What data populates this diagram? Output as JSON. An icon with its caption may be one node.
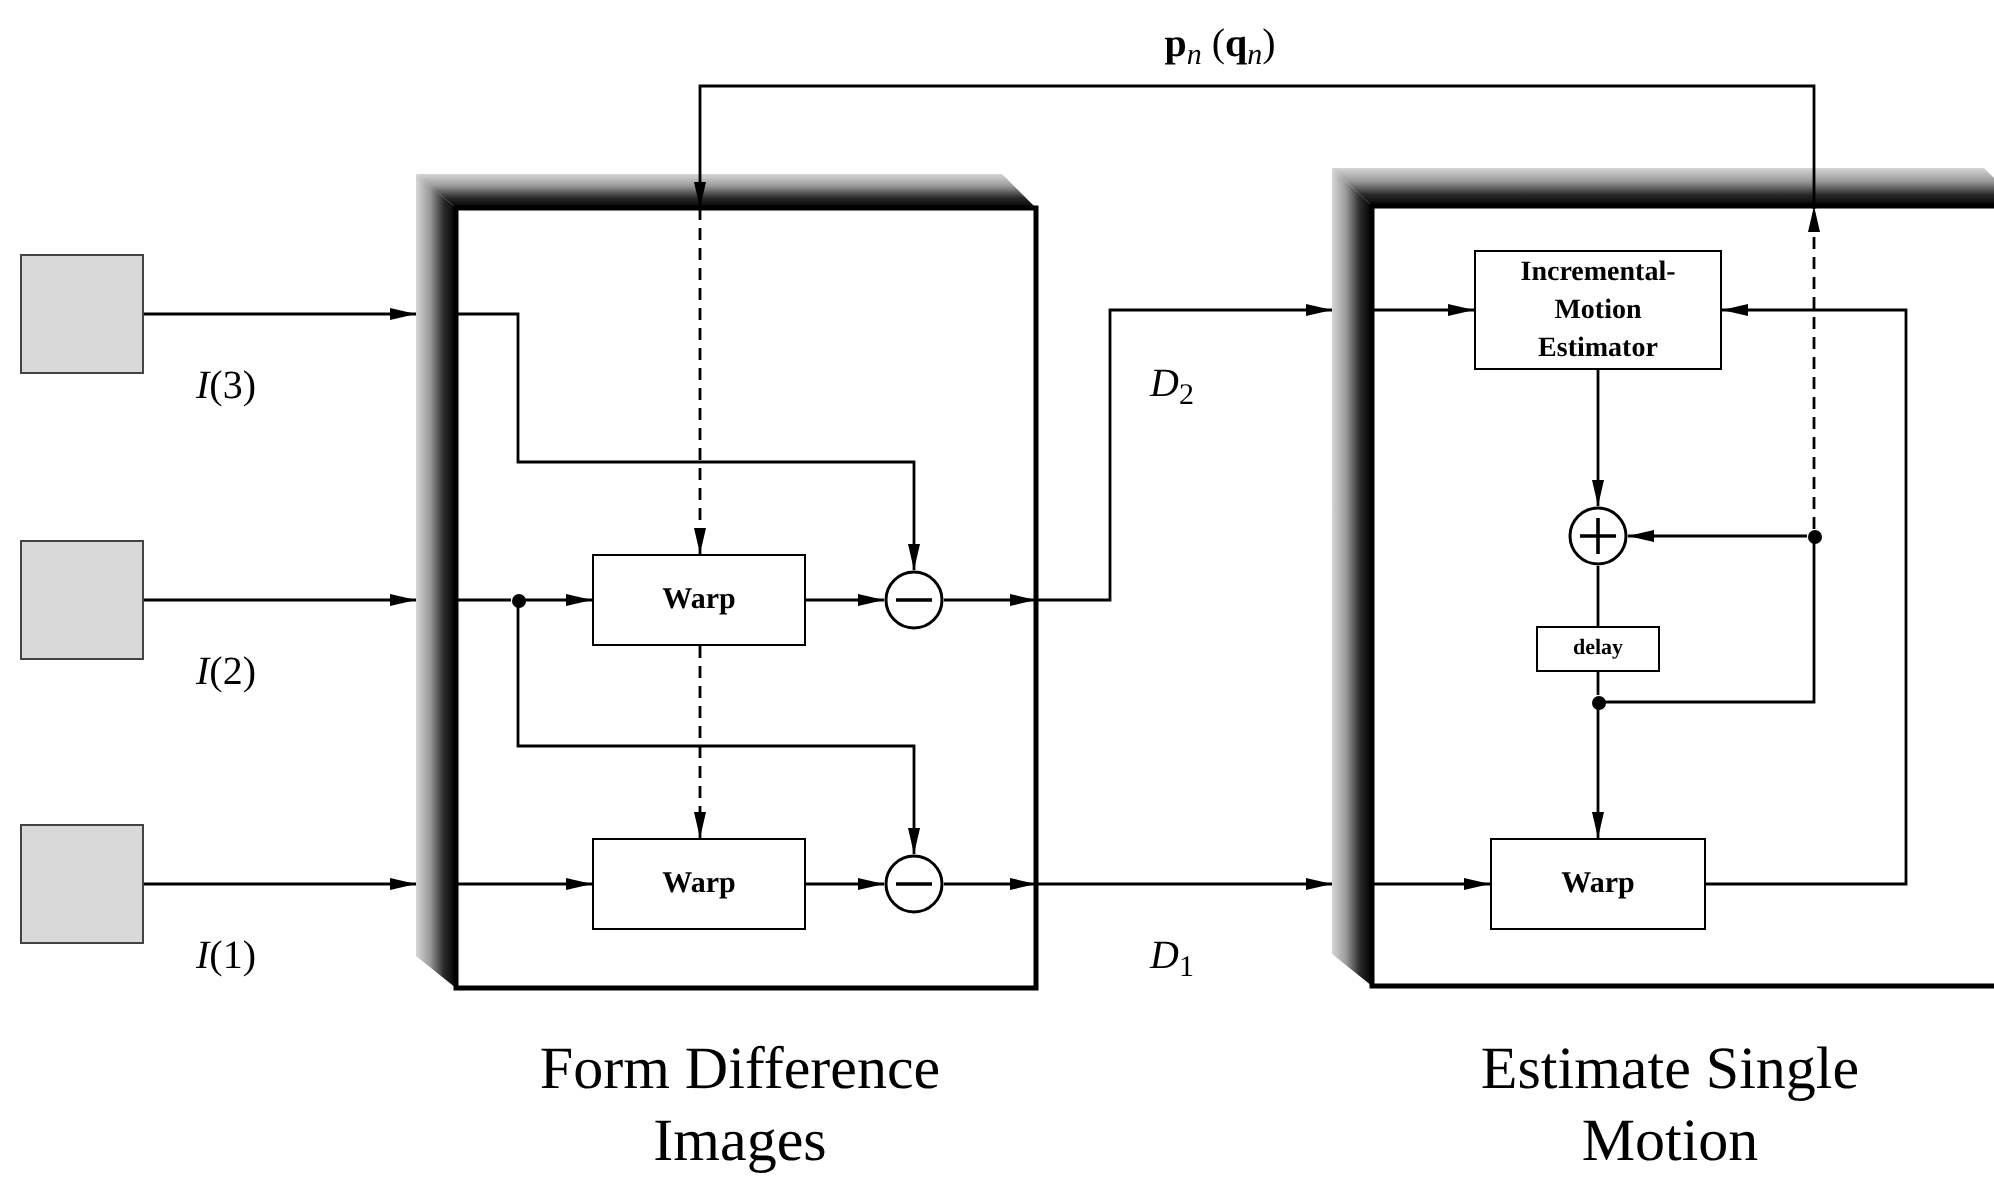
{
  "diagram": {
    "nodes": [
      {
        "text": [],
        "shape": "box"
      },
      {
        "text": [],
        "shape": "box"
      },
      {
        "text": [],
        "shape": "box"
      },
      {
        "text": [
          "Form Difference Images"
        ]
      },
      {
        "text": [],
        "shape": "dot",
        "in": 3
      },
      {
        "text": [
          "Warp"
        ],
        "in": 3
      },
      {
        "text": [],
        "shape": "circle",
        "in": 3
      },
      {
        "text": [
          "Warp"
        ],
        "in": 3
      },
      {
        "text": [],
        "shape": "circle",
        "in": 3
      },
      {
        "text": [
          "Estimate Single Motion"
        ]
      },
      {
        "text": [
          "Incremental-Motion Estimator"
        ],
        "in": 9
      },
      {
        "text": [],
        "shape": "circle",
        "in": 9
      },
      {
        "text": [],
        "shape": "dot",
        "in": 9
      },
      {
        "text": [
          "delay"
        ],
        "in": 9
      },
      {
        "text": [],
        "shape": "dot",
        "in": 9
      },
      {
        "text": [
          "Warp"
        ],
        "in": 9
      }
    ],
    "edges": [
      {
        "from": 0,
        "to": 3,
        "arrow": "to",
        "label": "*I*(3)"
      },
      {
        "from": 1,
        "to": 3,
        "arrow": "to",
        "label": "*I*(2)"
      },
      {
        "from": 2,
        "to": 3,
        "arrow": "to",
        "label": "*I*(1)"
      },
      {
        "from": 3,
        "to": 6,
        "arrow": "to"
      },
      {
        "from": 3,
        "to": 4,
        "arrow": "none"
      },
      {
        "from": 4,
        "to": 5,
        "arrow": "to"
      },
      {
        "from": 4,
        "to": 8,
        "arrow": "to"
      },
      {
        "from": 5,
        "to": 6,
        "arrow": "to"
      },
      {
        "from": 3,
        "to": 7,
        "arrow": "to"
      },
      {
        "from": 7,
        "to": 8,
        "arrow": "to"
      },
      {
        "from": 6,
        "to": 3,
        "arrow": "to"
      },
      {
        "from": 8,
        "to": 3,
        "arrow": "to"
      },
      {
        "from": 3,
        "to": 9,
        "arrow": "to",
        "label": "*D*$_{2}$"
      },
      {
        "from": 3,
        "to": 9,
        "arrow": "to",
        "label": "*D*$_{1}$"
      },
      {
        "from": 9,
        "to": 10,
        "arrow": "to"
      },
      {
        "from": 9,
        "to": 15,
        "arrow": "to"
      },
      {
        "from": 10,
        "to": 11,
        "arrow": "to"
      },
      {
        "from": 12,
        "to": 11,
        "arrow": "to"
      },
      {
        "from": 11,
        "to": 13,
        "arrow": "none"
      },
      {
        "from": 13,
        "to": 14,
        "arrow": "none"
      },
      {
        "from": 14,
        "to": 15,
        "arrow": "to"
      },
      {
        "from": 14,
        "to": 12,
        "arrow": "none"
      },
      {
        "from": 15,
        "to": 10,
        "arrow": "to"
      },
      {
        "from": 12,
        "to": 9,
        "arrow": "to",
        "style": "dashed"
      },
      {
        "from": 9,
        "to": 3,
        "arrow": "to",
        "label": "**p**$_{n}$ (**q**$_{n}$)"
      },
      {
        "from": 3,
        "to": 5,
        "arrow": "to",
        "style": "dashed"
      },
      {
        "from": 5,
        "to": 7,
        "arrow": "to",
        "style": "dashed"
      }
    ]
  }
}
